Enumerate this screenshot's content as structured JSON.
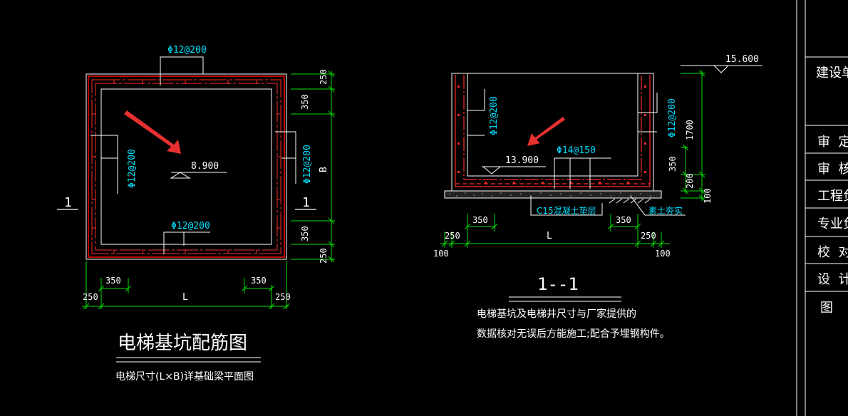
{
  "plan": {
    "rebar_top": "Φ12@200",
    "rebar_bottom": "Φ12@200",
    "rebar_left": "Φ12@200",
    "rebar_right": "Φ12@200",
    "elevation": "8.900",
    "dim_right_top": "250",
    "dim_right_350_top": "350",
    "dim_right_B": "B",
    "dim_right_350_bottom": "350",
    "dim_right_bottom": "250",
    "dim_bottom_left_350": "350",
    "dim_bottom_right_350": "350",
    "dim_bottom_left_250": "250",
    "dim_bottom_L": "L",
    "dim_bottom_right_250": "250",
    "section_mark_left": "1",
    "section_mark_right": "1",
    "title": "电梯基坑配筋图",
    "subtitle": "电梯尺寸(L×B)详基础梁平面图"
  },
  "section": {
    "top_elevation": "15.600",
    "rebar_left": "Φ12@200",
    "rebar_right": "Φ12@200",
    "rebar_bottom": "Φ14@150",
    "elevation": "13.900",
    "dim_1700": "1700",
    "dim_350": "350",
    "dim_200": "200",
    "dim_100_right": "100",
    "cushion": "C15混凝土垫层",
    "soil": "素土夯实",
    "dim_350_left": "350",
    "dim_350_right": "350",
    "dim_250_left": "250",
    "dim_L": "L",
    "dim_250_right": "250",
    "dim_100_left": "100",
    "dim_100_bottom_right": "100",
    "title": "1--1",
    "note_line1": "电梯基坑及电梯井尺寸与厂家提供的",
    "note_line2": "数据核对无误后方能施工;配合予埋钢构件。"
  },
  "titleblock": {
    "rows": [
      "建设单",
      "审  定",
      "审  核",
      "工程负",
      "专业负",
      "校  对",
      "设  计",
      "图"
    ]
  },
  "colors": {
    "background": "#000000",
    "white": "#ffffff",
    "rebar": "#ff2a2a",
    "wall": "#ff0000",
    "dimension": "#00e000",
    "cyan": "#00e0ff",
    "arrow": "#e83030",
    "gray": "#9a9a9a"
  }
}
